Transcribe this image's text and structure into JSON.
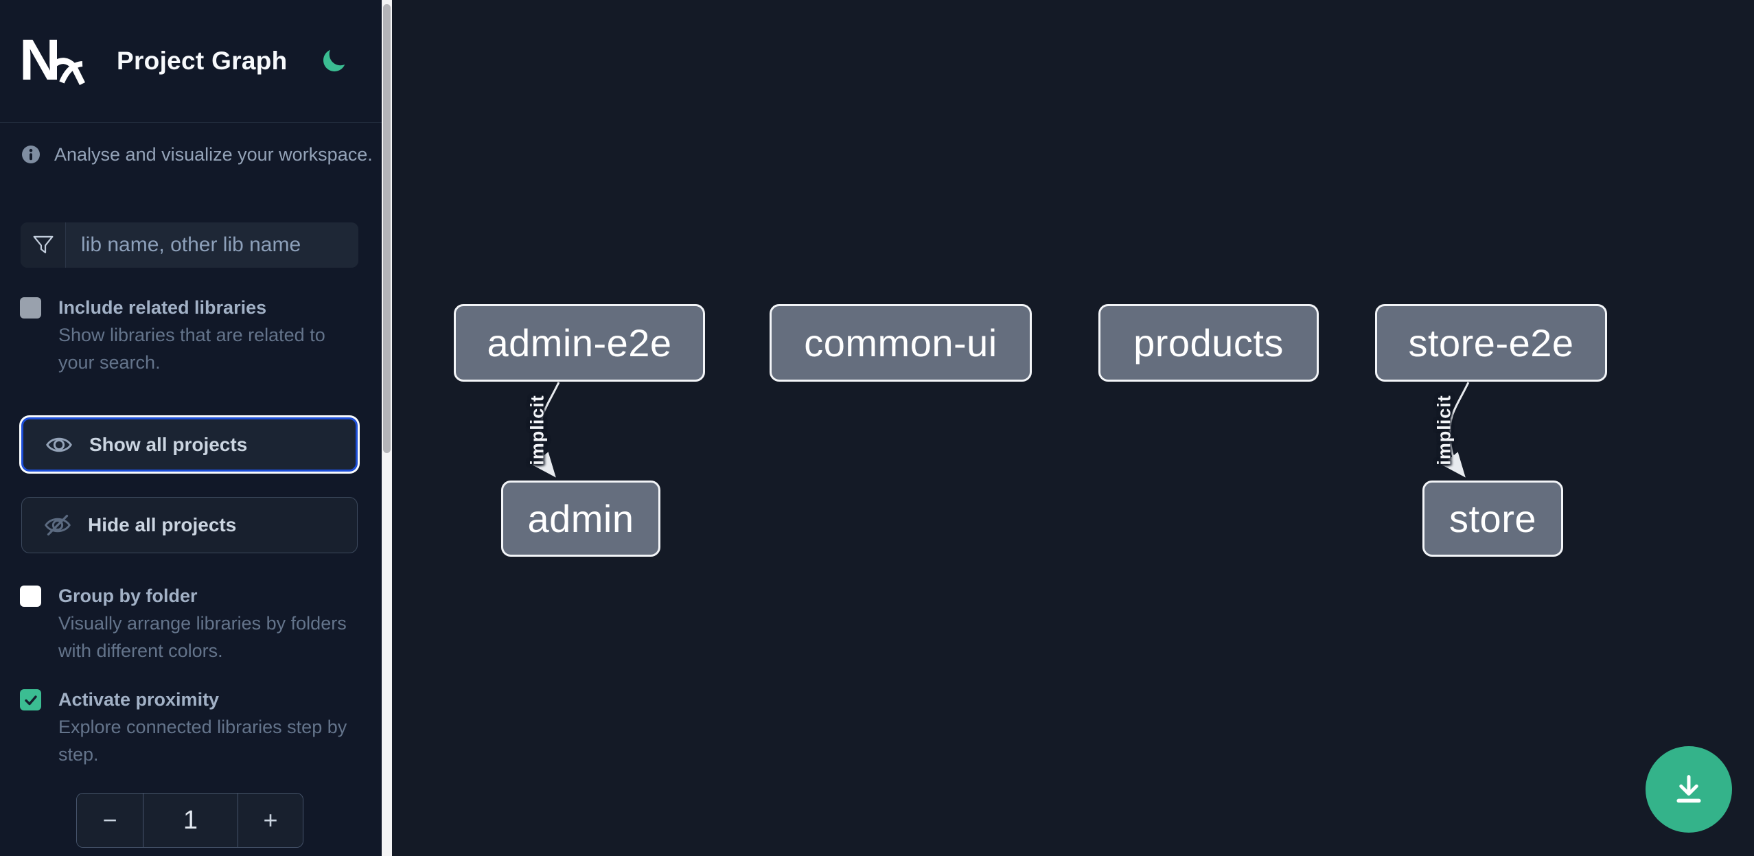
{
  "header": {
    "title": "Project Graph",
    "logo_text": "N",
    "theme_icon": "moon-icon"
  },
  "sidebar": {
    "tagline": "Analyse and visualize your workspace.",
    "filter": {
      "placeholder": "lib name, other lib name",
      "icon": "funnel-icon"
    },
    "toggles": [
      {
        "label": "Include related libraries",
        "description": "Show libraries that are related to your search.",
        "checked": false,
        "disabled": true
      },
      {
        "label": "Group by folder",
        "description": "Visually arrange libraries by folders with different colors.",
        "checked": false
      },
      {
        "label": "Activate proximity",
        "description": "Explore connected libraries step by step.",
        "checked": true
      }
    ],
    "buttons": [
      {
        "label": "Show all projects",
        "icon": "eye-icon",
        "focused": true
      },
      {
        "label": "Hide all projects",
        "icon": "eye-slash-icon",
        "focused": false
      }
    ],
    "stepper": {
      "decrement_label": "−",
      "value": "1",
      "increment_label": "+"
    }
  },
  "graph": {
    "nodes": [
      {
        "label": "admin-e2e"
      },
      {
        "label": "common-ui"
      },
      {
        "label": "products"
      },
      {
        "label": "store-e2e"
      },
      {
        "label": "admin"
      },
      {
        "label": "store"
      }
    ],
    "edges": [
      {
        "from": "admin-e2e",
        "to": "admin",
        "label": "implicit"
      },
      {
        "from": "store-e2e",
        "to": "store",
        "label": "implicit"
      }
    ]
  },
  "fab": {
    "icon": "download-icon"
  },
  "colors": {
    "accent_green": "#3bbd92",
    "fab_green": "#34b38a",
    "focus_blue": "#1d4ed8",
    "node_fill": "#656e7e",
    "sidebar_bg": "#111828",
    "canvas_bg": "#141a26"
  }
}
